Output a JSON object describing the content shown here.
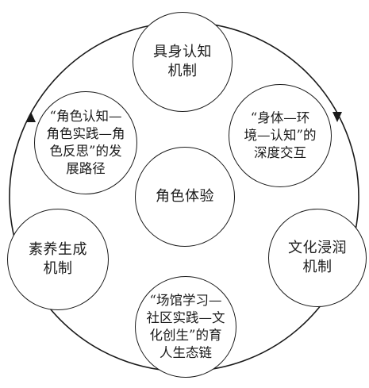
{
  "diagram": {
    "center": {
      "label": "角色体验"
    },
    "nodes": [
      {
        "id": "top",
        "label": "具身认知\n机制"
      },
      {
        "id": "right1",
        "label": "“身体—环\n境—认知”的\n深度交互"
      },
      {
        "id": "right2",
        "label": "文化浸润\n机制"
      },
      {
        "id": "bottom",
        "label": "“场馆学习—\n社区实践—文\n化创生”的育\n人生态链"
      },
      {
        "id": "left2",
        "label": "素养生成\n机制"
      },
      {
        "id": "left1",
        "label": "“角色认知—\n角色实践—角\n色反思”的发\n展路径"
      }
    ],
    "cycle_direction": "clockwise"
  }
}
